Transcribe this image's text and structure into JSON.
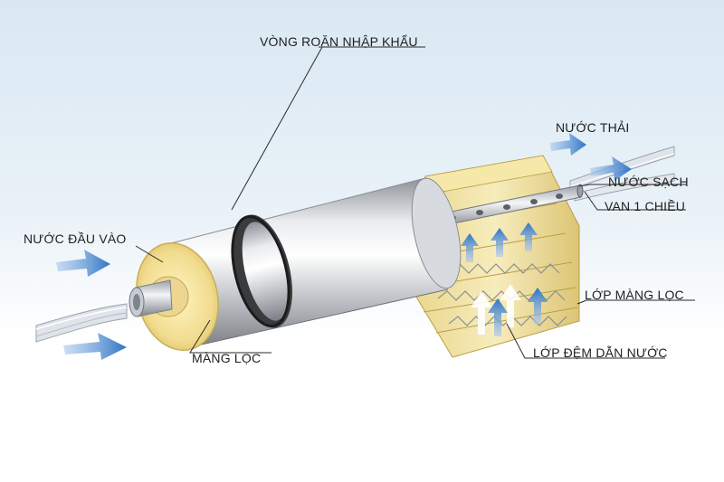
{
  "labels": {
    "gasket": "VÒNG ROĂN NHẬP KHẨU",
    "inlet": "NƯỚC ĐẦU VÀO",
    "waste": "NƯỚC THẢI",
    "clean": "NƯỚC SẠCH",
    "check_valve": "VAN 1 CHIỀU",
    "membrane_layer": "LỚP MÀNG LỌC",
    "spacer_layer": "LỚP ĐỆM DẪN NƯỚC",
    "membrane": "MÀNG LỌC"
  },
  "colors": {
    "flow_arrow": "#3d7fc9",
    "membrane_yellow": "#f2e09a",
    "housing_silver": "#c9ccd1",
    "gasket_dark": "#2b2b2b",
    "background_top": "#dbe9f3"
  }
}
